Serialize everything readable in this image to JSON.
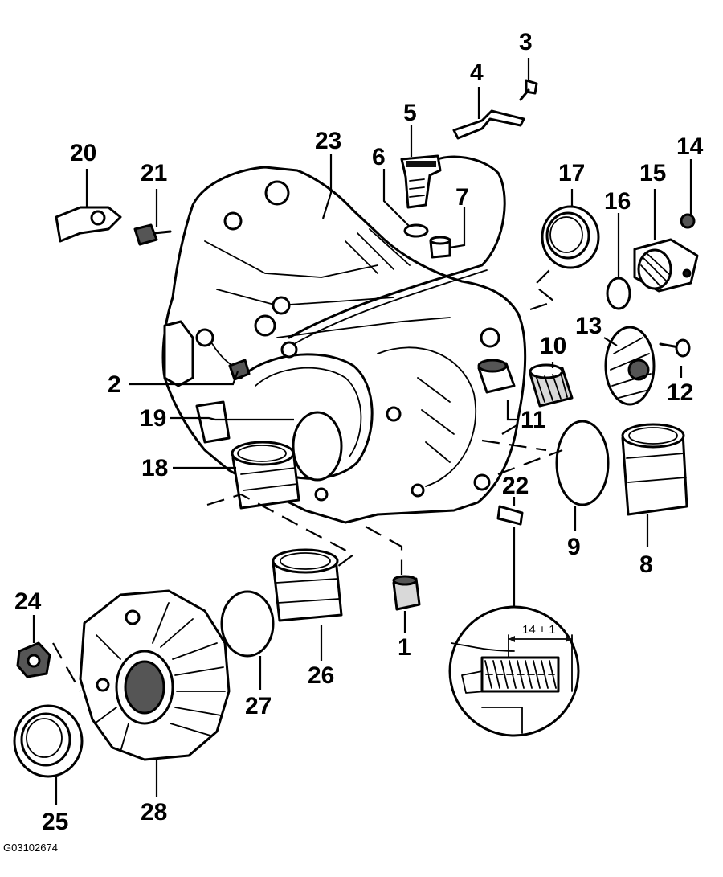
{
  "diagram": {
    "callouts": [
      {
        "id": "1",
        "label": "1"
      },
      {
        "id": "2",
        "label": "2"
      },
      {
        "id": "3",
        "label": "3"
      },
      {
        "id": "4",
        "label": "4"
      },
      {
        "id": "5",
        "label": "5"
      },
      {
        "id": "6",
        "label": "6"
      },
      {
        "id": "7",
        "label": "7"
      },
      {
        "id": "8",
        "label": "8"
      },
      {
        "id": "9",
        "label": "9"
      },
      {
        "id": "10",
        "label": "10"
      },
      {
        "id": "11",
        "label": "11"
      },
      {
        "id": "12",
        "label": "12"
      },
      {
        "id": "13",
        "label": "13"
      },
      {
        "id": "14",
        "label": "14"
      },
      {
        "id": "15",
        "label": "15"
      },
      {
        "id": "16",
        "label": "16"
      },
      {
        "id": "17",
        "label": "17"
      },
      {
        "id": "18",
        "label": "18"
      },
      {
        "id": "19",
        "label": "19"
      },
      {
        "id": "20",
        "label": "20"
      },
      {
        "id": "21",
        "label": "21"
      },
      {
        "id": "22",
        "label": "22"
      },
      {
        "id": "23",
        "label": "23"
      },
      {
        "id": "24",
        "label": "24"
      },
      {
        "id": "25",
        "label": "25"
      },
      {
        "id": "26",
        "label": "26"
      },
      {
        "id": "27",
        "label": "27"
      },
      {
        "id": "28",
        "label": "28"
      }
    ],
    "detail_dimension": "14 ± 1",
    "reference_code": "G03102674"
  }
}
